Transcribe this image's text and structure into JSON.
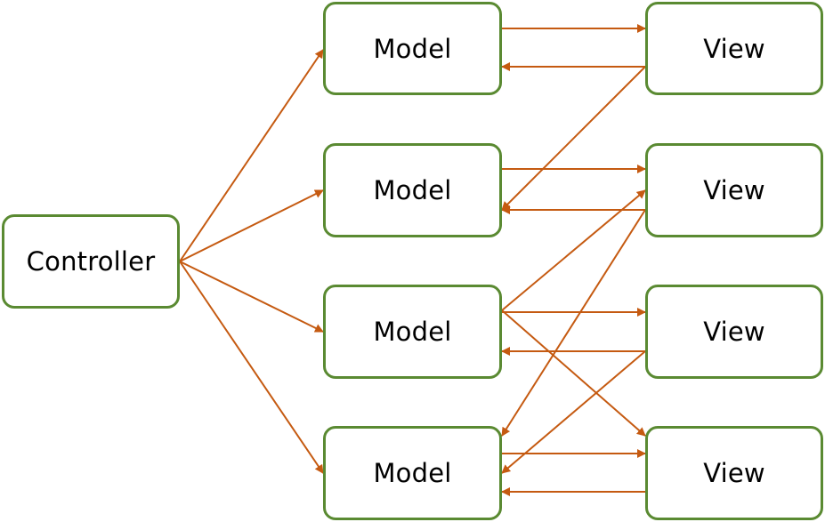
{
  "diagram": {
    "nodes": {
      "controller": {
        "label": "Controller"
      },
      "model1": {
        "label": "Model"
      },
      "model2": {
        "label": "Model"
      },
      "model3": {
        "label": "Model"
      },
      "model4": {
        "label": "Model"
      },
      "view1": {
        "label": "View"
      },
      "view2": {
        "label": "View"
      },
      "view3": {
        "label": "View"
      },
      "view4": {
        "label": "View"
      }
    },
    "edges": [
      {
        "from": "controller",
        "to": "model1"
      },
      {
        "from": "controller",
        "to": "model2"
      },
      {
        "from": "controller",
        "to": "model3"
      },
      {
        "from": "controller",
        "to": "model4"
      },
      {
        "from": "model1",
        "to": "view1"
      },
      {
        "from": "view1",
        "to": "model1"
      },
      {
        "from": "view1",
        "to": "model2"
      },
      {
        "from": "model2",
        "to": "view2"
      },
      {
        "from": "view2",
        "to": "model2"
      },
      {
        "from": "view2",
        "to": "model4"
      },
      {
        "from": "model3",
        "to": "view2"
      },
      {
        "from": "model3",
        "to": "view3"
      },
      {
        "from": "view3",
        "to": "model3"
      },
      {
        "from": "model3",
        "to": "view4"
      },
      {
        "from": "view3",
        "to": "model4"
      },
      {
        "from": "model4",
        "to": "view4"
      },
      {
        "from": "view4",
        "to": "model4"
      }
    ],
    "colors": {
      "node_border": "#5a8a32",
      "edge": "#c55a11",
      "text": "#000000",
      "background": "#ffffff"
    }
  }
}
